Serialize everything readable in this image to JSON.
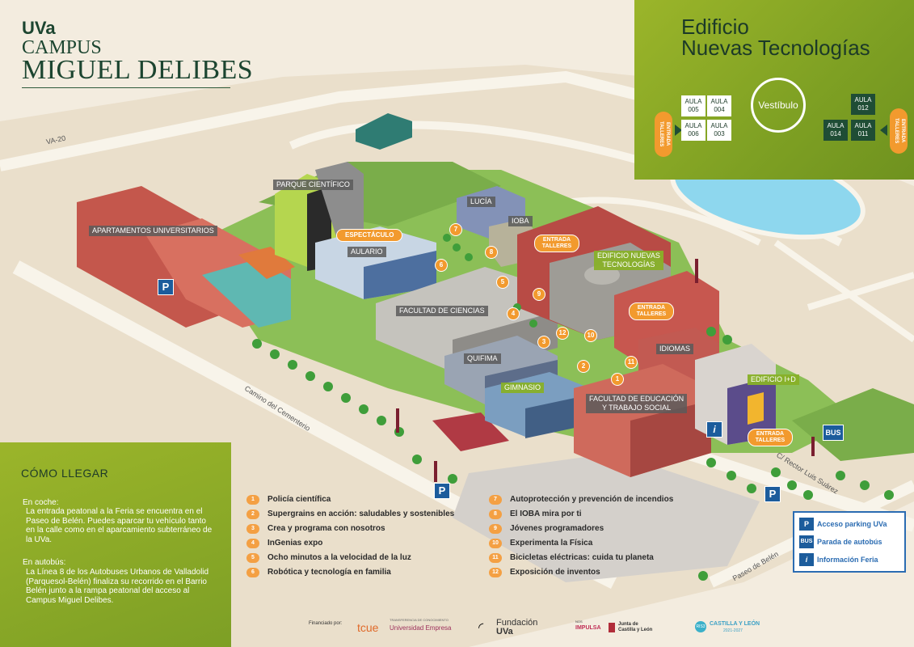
{
  "header": {
    "org": "UVa",
    "campus_line1": "CAMPUS",
    "campus_line2": "MIGUEL DELIBES"
  },
  "building_panel": {
    "title_line1": "Edificio",
    "title_line2": "Nuevas Tecnologías",
    "left_entrance": "ENTRADA TALLERES",
    "right_entrance": "ENTRADA TALLERES",
    "vestibulo": "Vestíbulo",
    "aulas_left": [
      {
        "line1": "AULA",
        "line2": "005"
      },
      {
        "line1": "AULA",
        "line2": "004"
      },
      {
        "line1": "AULA",
        "line2": "006"
      },
      {
        "line1": "AULA",
        "line2": "003"
      }
    ],
    "aulas_right": [
      {
        "line1": "AULA",
        "line2": "012"
      },
      {
        "line1": "AULA",
        "line2": "014"
      },
      {
        "line1": "AULA",
        "line2": "011"
      }
    ]
  },
  "map_labels": {
    "parque": "PARQUE CIENTÍFICO",
    "lucia": "LUCÍA",
    "ioba": "IOBA",
    "apartamentos": "APARTAMENTOS UNIVERSITARIOS",
    "espectaculo": "ESPECTÁCULO",
    "aulario": "AULARIO",
    "entrada1": "ENTRADA TALLERES",
    "edificio_nt_line1": "EDIFICIO NUEVAS",
    "edificio_nt_line2": "TECNOLOGÍAS",
    "ciencias": "FACULTAD DE CIENCIAS",
    "entrada2": "ENTRADA TALLERES",
    "idiomas": "IDIOMAS",
    "quifima": "QUIFIMA",
    "gimnasio": "GIMNASIO",
    "educacion_line1": "FACULTAD DE EDUCACIÓN",
    "educacion_line2": "Y TRABAJO SOCIAL",
    "edificio_id": "EDIFICIO I+D",
    "entrada3": "ENTRADA TALLERES"
  },
  "roads": {
    "va20": "VA-20",
    "cementerio": "Camino del Cementerio",
    "rector": "C/ Rector Luis Suárez",
    "belen": "Paseo de Belén"
  },
  "markers": {
    "parking": "P",
    "bus": "BUS",
    "info": "i",
    "numbers": [
      "1",
      "2",
      "3",
      "4",
      "5",
      "6",
      "7",
      "8",
      "9",
      "10",
      "11",
      "12"
    ]
  },
  "how_to_get": {
    "title": "CÓMO LLEGAR",
    "car_heading": "En coche:",
    "car_text": "La entrada peatonal a la Feria se encuentra en el Paseo de Belén. Puedes aparcar tu vehículo tanto en la calle como en el aparcamiento subterráneo de la UVa.",
    "bus_heading": "En autobús:",
    "bus_text": "La Línea 8 de los Autobuses Urbanos de Valladolid (Parquesol-Belén) finaliza su recorrido en el Barrio Belén junto a la rampa peatonal del acceso al Campus Miguel Delibes."
  },
  "activities": [
    {
      "n": "1",
      "label": "Policía científica"
    },
    {
      "n": "2",
      "label": "Supergrains en acción: saludables y sostenibles"
    },
    {
      "n": "3",
      "label": "Crea y programa con nosotros"
    },
    {
      "n": "4",
      "label": "InGenias expo"
    },
    {
      "n": "5",
      "label": "Ocho minutos a la velocidad de la luz"
    },
    {
      "n": "6",
      "label": "Robótica y tecnología en familia"
    },
    {
      "n": "7",
      "label": "Autoprotección y prevención de incendios"
    },
    {
      "n": "8",
      "label": "El IOBA mira por ti"
    },
    {
      "n": "9",
      "label": "Jóvenes programadores"
    },
    {
      "n": "10",
      "label": "Experimenta la Física"
    },
    {
      "n": "11",
      "label": "Bicicletas eléctricas: cuida tu planeta"
    },
    {
      "n": "12",
      "label": "Exposición de inventos"
    }
  ],
  "legend": {
    "parking_icon": "P",
    "parking_label": "Acceso parking UVa",
    "bus_icon": "BUS",
    "bus_label": "Parada de autobús",
    "info_icon": "i",
    "info_label": "Información Feria"
  },
  "sponsors": {
    "financiado": "Financiado por:",
    "tcue": "tcue",
    "tcue_sub1": "TRANSFERENCIA DE CONOCIMIENTO",
    "tcue_sub2": "Universidad Empresa",
    "fundacion_line1": "Fundación",
    "fundacion_line2": "UVa",
    "impulsa_small": "NOS",
    "impulsa": "IMPULSA",
    "junta_line1": "Junta de",
    "junta_line2": "Castilla y León",
    "ris3": "RIS3",
    "castilla": "CASTILLA Y LEÓN",
    "castilla_years": "2021-2027"
  },
  "colors": {
    "panel_green": "#8aac27",
    "dark_green": "#1f4d35",
    "orange_marker": "#f29a2e",
    "legend_blue": "#2b6cb2"
  }
}
